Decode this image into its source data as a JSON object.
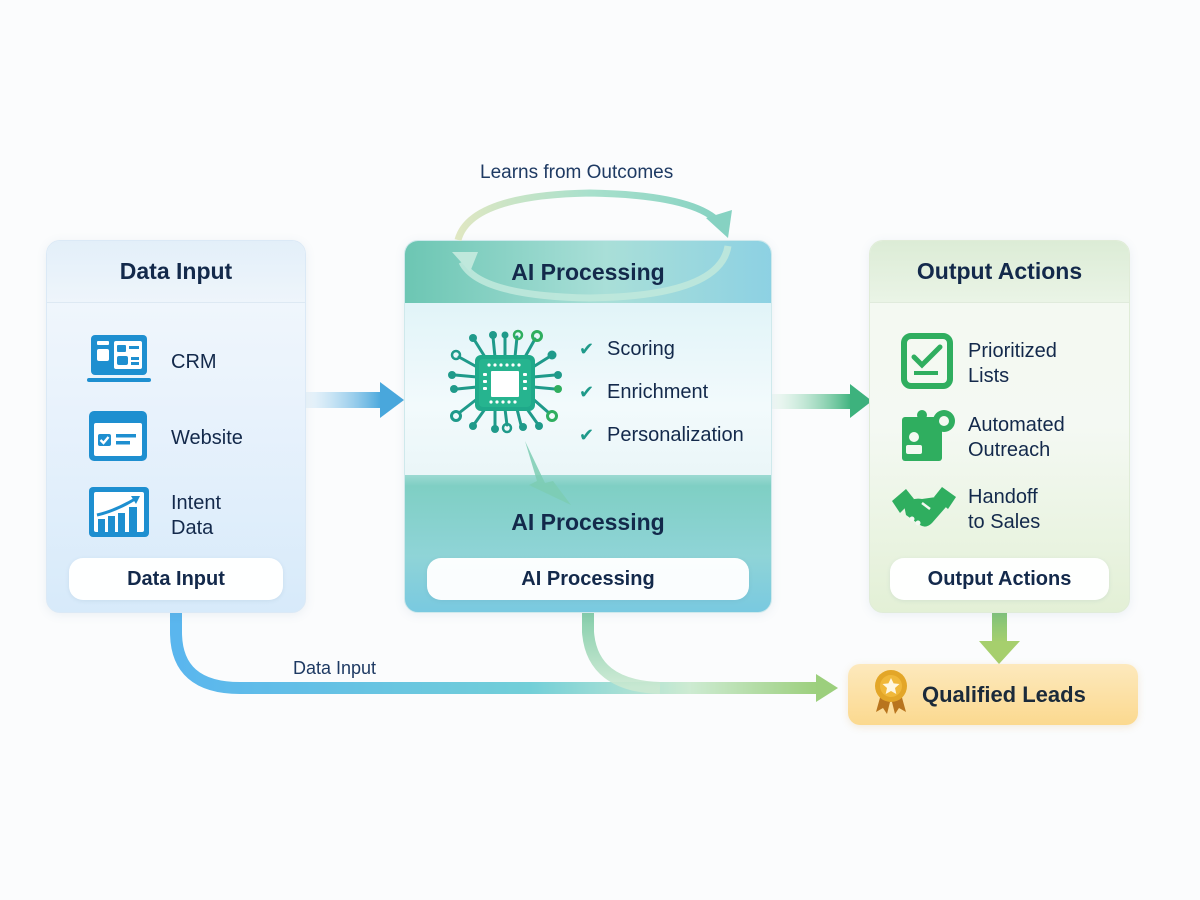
{
  "feedback_label": "Learns from Outcomes",
  "panels": {
    "input": {
      "title": "Data Input",
      "footer": "Data Input",
      "items": [
        {
          "icon": "crm-laptop-icon",
          "label_lines": [
            "CRM"
          ]
        },
        {
          "icon": "website-form-icon",
          "label_lines": [
            "Website"
          ]
        },
        {
          "icon": "growth-chart-icon",
          "label_lines": [
            "Intent",
            "Data"
          ]
        }
      ]
    },
    "ai": {
      "title": "AI Processing",
      "lower_title": "AI Processing",
      "footer": "AI Processing",
      "icon": "ai-chip-icon",
      "checks": [
        "Scoring",
        "Enrichment",
        "Personalization"
      ]
    },
    "output": {
      "title": "Output Actions",
      "footer": "Output Actions",
      "items": [
        {
          "icon": "checklist-icon",
          "label_lines": [
            "Prioritized",
            "Lists"
          ]
        },
        {
          "icon": "automation-person-gear-icon",
          "label_lines": [
            "Automated",
            "Outreach"
          ]
        },
        {
          "icon": "handshake-icon",
          "label_lines": [
            "Handoff",
            "to Sales"
          ]
        }
      ]
    }
  },
  "bottom_flow_label": "Data Input",
  "result": {
    "icon": "award-ribbon-icon",
    "label": "Qualified Leads"
  },
  "colors": {
    "input_blue": "#1e8fd0",
    "ai_teal": "#1fa99a",
    "output_green": "#2fae5f",
    "result_gold": "#e3a628",
    "text_navy": "#13294b"
  }
}
